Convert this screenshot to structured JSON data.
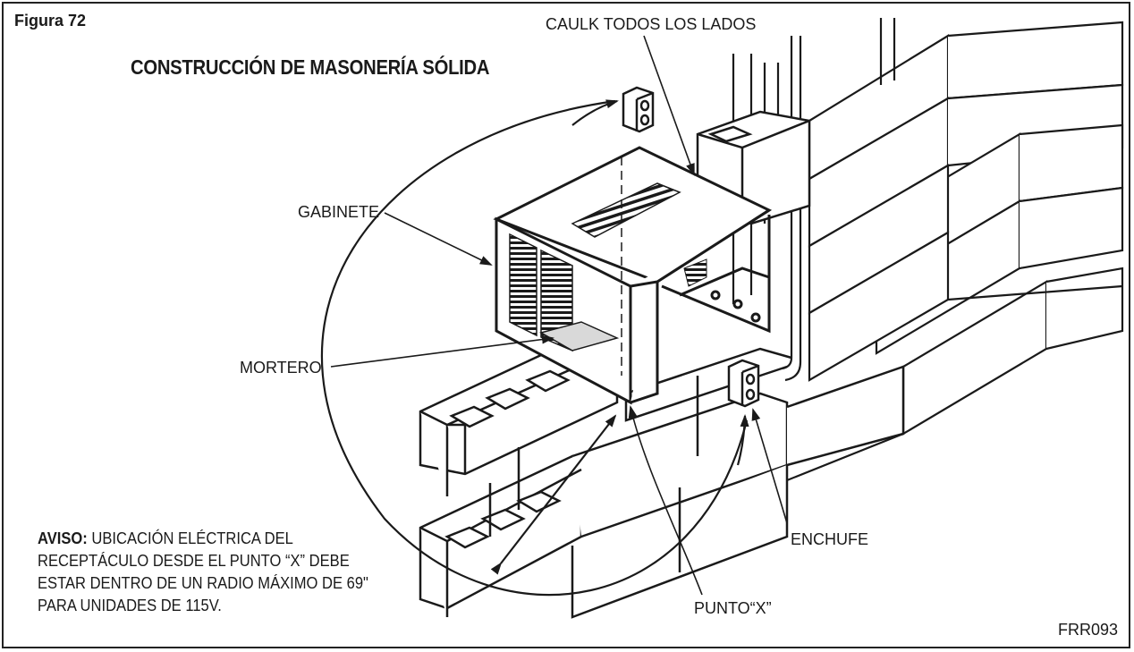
{
  "figure": {
    "label": "Figura 72",
    "title": "CONSTRUCCIÓN DE MASONERÍA SÓLIDA",
    "code": "FRR093"
  },
  "callouts": {
    "caulk": "CAULK TODOS LOS LADOS",
    "cabinet": "GABINETE",
    "mortar": "MORTERO",
    "outlet": "ENCHUFE",
    "point_x": "PUNTO“X”"
  },
  "notice": {
    "lead": "AVISO:",
    "line1": " UBICACIÓN ELÉCTRICA DEL",
    "line2": "RECEPTÁCULO DESDE EL PUNTO “X” DEBE",
    "line3": "ESTAR DENTRO DE UN RADIO MÁXIMO DE 69\"",
    "line4": "PARA UNIDADES DE 115V."
  },
  "colors": {
    "line": "#1a1a1a",
    "fill": "#ffffff",
    "shade": "#d9d9d9"
  }
}
